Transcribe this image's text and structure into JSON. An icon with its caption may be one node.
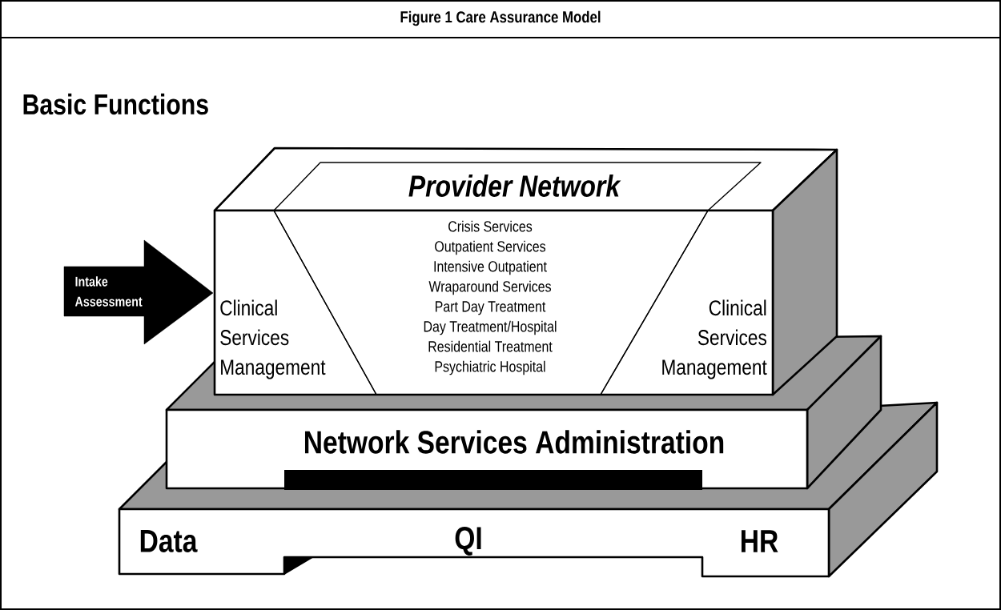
{
  "diagram": {
    "title": "Figure 1 Care Assurance Model",
    "nodes": [
      {
        "text": [
          "Provider Network"
        ]
      },
      {
        "text": [
          "Clinical Services Management"
        ]
      },
      {
        "text": [
          "Crisis Services",
          "Outpatient Services",
          "Intensive Outpatient",
          "Wraparound Services",
          "Part Day Treatment",
          "Day Treatment/Hospital",
          "Residential Treatment",
          "Psychiatric Hospital"
        ]
      },
      {
        "text": [
          "Clinical Services Management"
        ]
      },
      {
        "text": [
          "Network Services Administration"
        ]
      },
      {
        "text": [
          "Data",
          "QI",
          "HR"
        ]
      }
    ],
    "edges": [
      {
        "from": null,
        "to": 1,
        "arrow": "to",
        "label": "Intake Assessment"
      }
    ],
    "labels": [
      "Basic Functions"
    ]
  }
}
